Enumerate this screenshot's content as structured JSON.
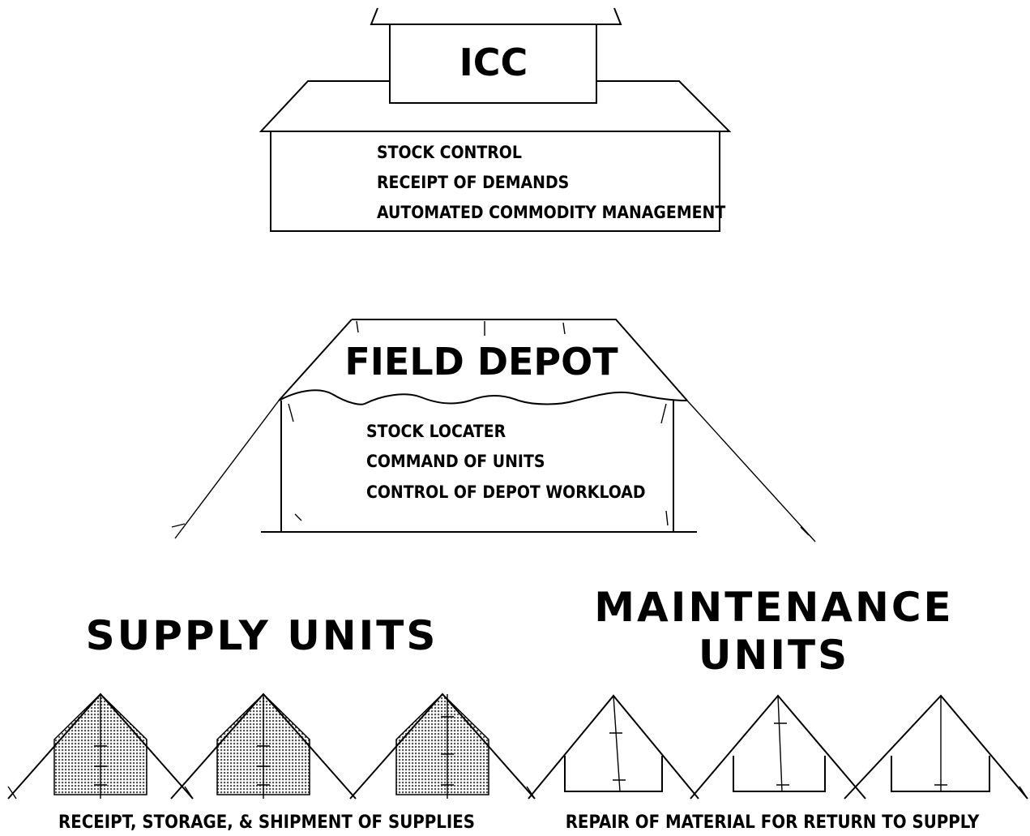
{
  "icc": {
    "title": "ICC",
    "functions": [
      "STOCK CONTROL",
      "RECEIPT OF DEMANDS",
      "AUTOMATED COMMODITY MANAGEMENT"
    ]
  },
  "field_depot": {
    "title": "FIELD DEPOT",
    "functions": [
      "STOCK LOCATER",
      "COMMAND OF UNITS",
      "CONTROL OF DEPOT WORKLOAD"
    ]
  },
  "supply_units": {
    "title": "SUPPLY UNITS",
    "caption": "RECEIPT, STORAGE, & SHIPMENT OF SUPPLIES",
    "fill_color": "#c9c9c9"
  },
  "maintenance_units": {
    "title_line1": "MAINTENANCE",
    "title_line2": "UNITS",
    "caption": "REPAIR OF MATERIAL FOR RETURN TO SUPPLY"
  }
}
